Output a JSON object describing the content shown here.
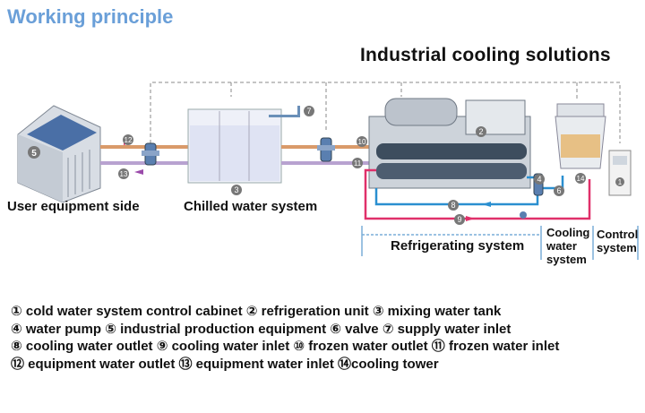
{
  "heading": "Working principle",
  "subtitle": "Industrial cooling solutions",
  "colors": {
    "heading": "#6a9fd8",
    "red_pipe": "#e0306a",
    "blue_pipe": "#2a8fd0",
    "dashed": "#888888"
  },
  "section_labels": {
    "user_side": "User equipment side",
    "chilled": "Chilled water system",
    "refrigerating": "Refrigerating system",
    "cooling_water": "Cooling water system",
    "control": "Control system"
  },
  "markers": [
    "①",
    "②",
    "③",
    "④",
    "⑤",
    "⑥",
    "⑦",
    "⑧",
    "⑨",
    "⑩",
    "⑪",
    "⑫",
    "⑬",
    "⑭"
  ],
  "legend_lines": [
    "① cold water system control cabinet ② refrigeration unit ③ mixing water tank",
    "④ water pump ⑤ industrial production equipment ⑥ valve ⑦ supply water inlet",
    "⑧ cooling water outlet ⑨ cooling water inlet ⑩ frozen water outlet ⑪ frozen water inlet",
    "⑫ equipment water outlet ⑬ equipment water inlet ⑭cooling tower"
  ]
}
